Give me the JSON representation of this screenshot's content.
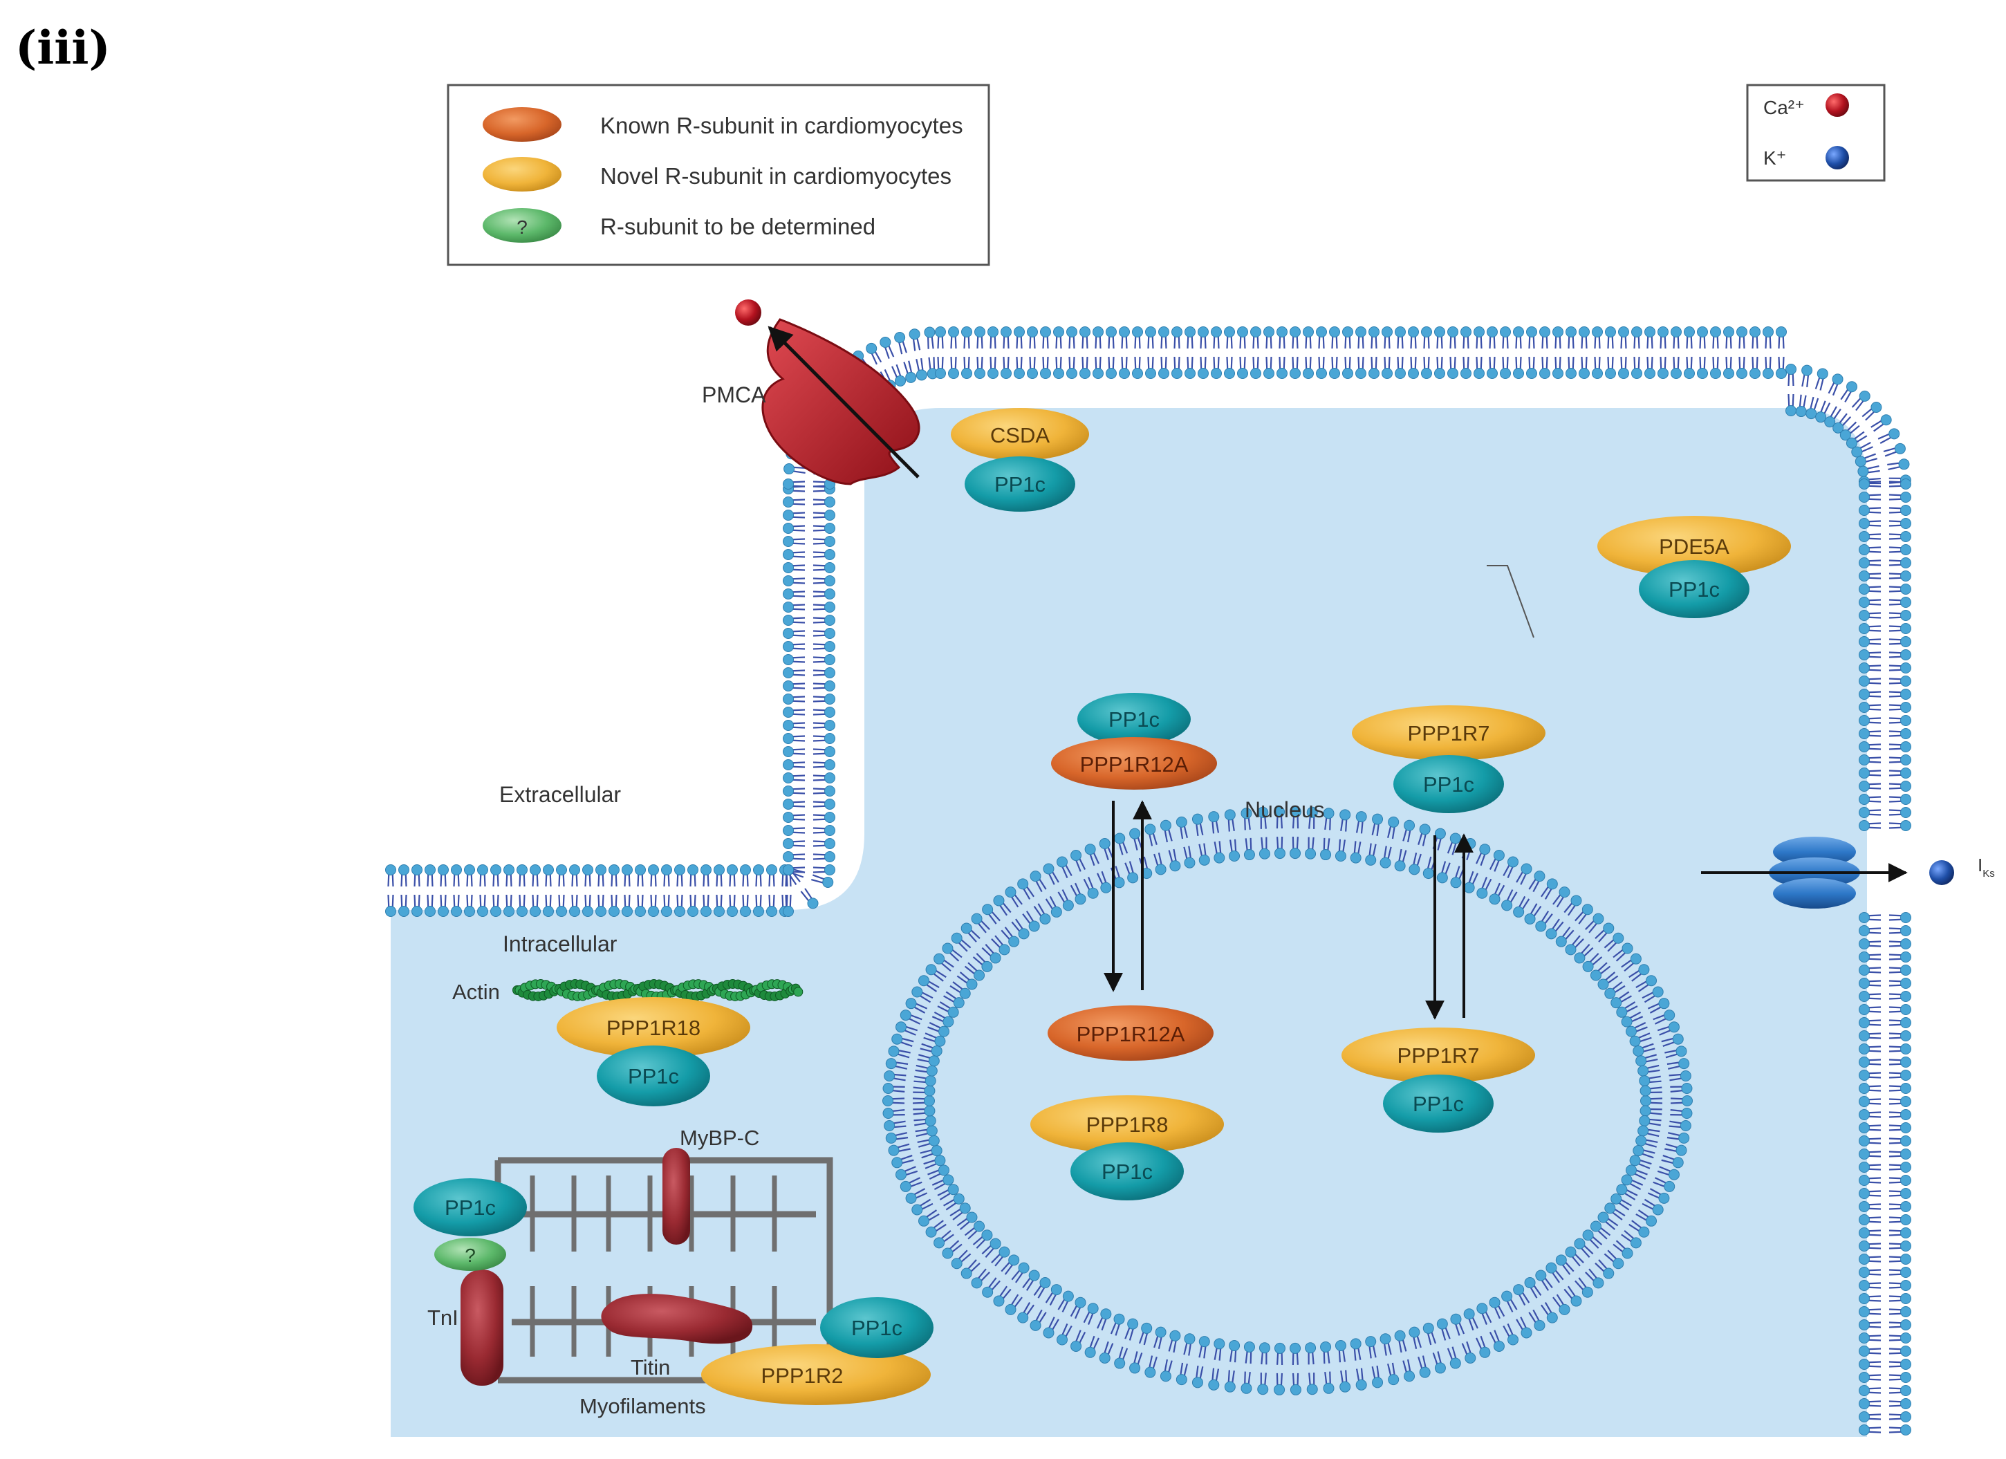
{
  "panel_label": "(iii)",
  "legend": {
    "items": [
      {
        "label": "Known R-subunit in cardiomyocytes",
        "color": "#d8662a",
        "glyph": ""
      },
      {
        "label": "Novel R-subunit in cardiomyocytes",
        "color": "#f0b43a",
        "glyph": ""
      },
      {
        "label": "R-subunit to be determined",
        "color": "#5cb86a",
        "glyph": "?"
      }
    ]
  },
  "ion_legend": {
    "items": [
      {
        "label": "Ca²⁺",
        "color": "#b3121f"
      },
      {
        "label": "K⁺",
        "color": "#1f4fa8"
      }
    ]
  },
  "colors": {
    "cytoplasm": "#c8e2f4",
    "membrane_head": "#4aa6d6",
    "membrane_tail": "#3a4fa8",
    "pp1c": "#149ca8",
    "known": "#d8662a",
    "novel": "#f0b43a",
    "undetermined": "#5cb86a",
    "myofilament_protein": "#9a2a32",
    "actin": "#1e8a3c",
    "pmca": "#b8202a",
    "channel": "#2e78c8"
  },
  "labels": {
    "extracellular": "Extracellular",
    "intracellular": "Intracellular",
    "nucleus": "Nucleus",
    "pmca": "PMCA",
    "actin": "Actin",
    "mybpc": "MyBP-C",
    "tni": "TnI",
    "titin": "Titin",
    "myofilaments": "Myofilaments",
    "iks_main": "I",
    "iks_sub": "Ks"
  },
  "complexes": {
    "csda": {
      "r_label": "CSDA",
      "c_label": "PP1c"
    },
    "pde5a": {
      "r_label": "PDE5A",
      "c_label": "PP1c"
    },
    "ppp1r12a_top": {
      "r_label": "PPP1R12A",
      "c_label": "PP1c"
    },
    "ppp1r7_top": {
      "r_label": "PPP1R7",
      "c_label": "PP1c"
    },
    "ppp1r12a_nuc": {
      "r_label": "PPP1R12A"
    },
    "ppp1r7_nuc": {
      "r_label": "PPP1R7",
      "c_label": "PP1c"
    },
    "ppp1r8": {
      "r_label": "PPP1R8",
      "c_label": "PP1c"
    },
    "ppp1r18": {
      "r_label": "PPP1R18",
      "c_label": "PP1c"
    },
    "myofil": {
      "c_label": "PP1c",
      "q_label": "?"
    },
    "ppp1r2": {
      "r_label": "PPP1R2",
      "c_label": "PP1c"
    }
  }
}
